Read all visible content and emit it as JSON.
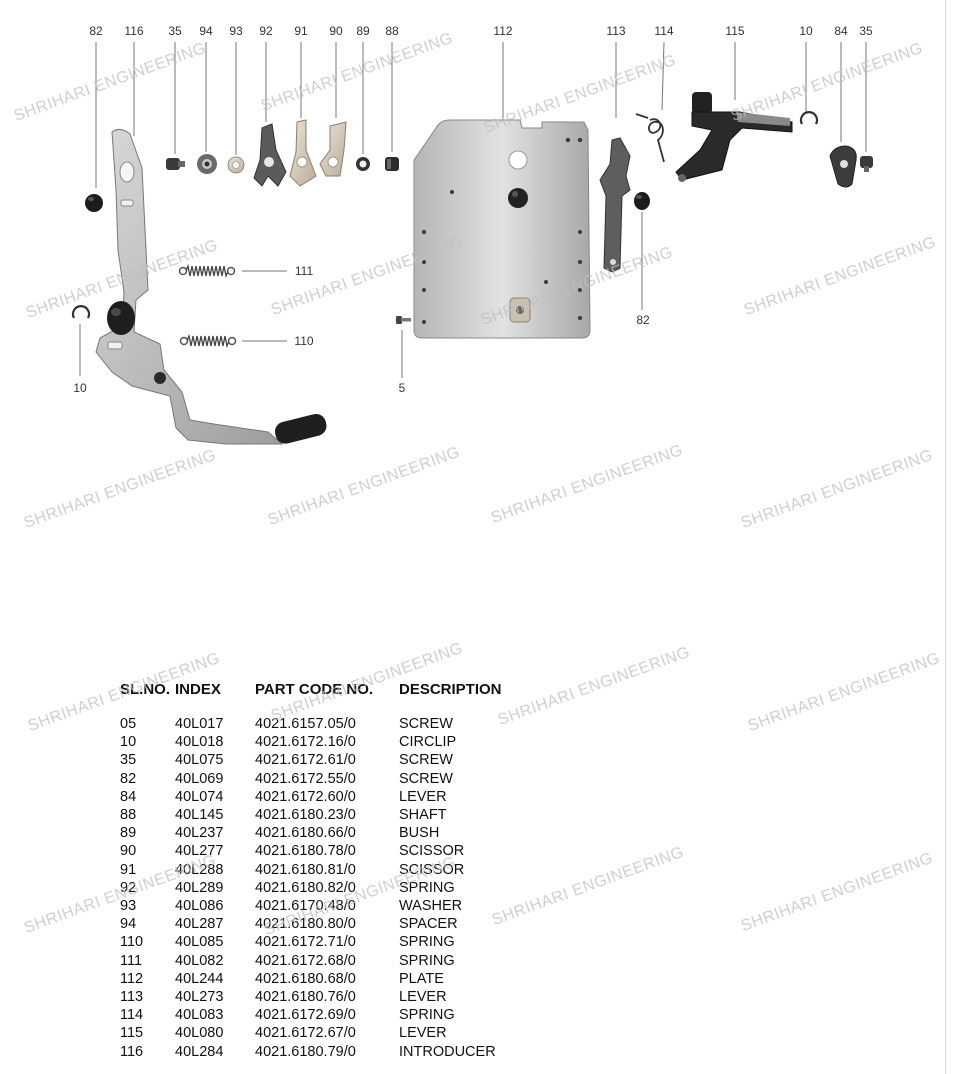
{
  "callouts": {
    "c82a": "82",
    "c116": "116",
    "c35a": "35",
    "c94": "94",
    "c93": "93",
    "c92": "92",
    "c91": "91",
    "c90": "90",
    "c89": "89",
    "c88": "88",
    "c112": "112",
    "c113": "113",
    "c114": "114",
    "c115": "115",
    "c10a": "10",
    "c84": "84",
    "c35b": "35",
    "c111": "111",
    "c110": "110",
    "c10b": "10",
    "c5": "5",
    "c82b": "82"
  },
  "watermark": "SHRIHARI ENGINEERING",
  "table": {
    "headers": {
      "sl": "SL.NO.",
      "index": "INDEX",
      "code": "PART CODE NO.",
      "desc": "DESCRIPTION"
    },
    "rows": [
      {
        "sl": "05",
        "index": "40L017",
        "code": "4021.6157.05/0",
        "desc": "SCREW"
      },
      {
        "sl": "10",
        "index": "40L018",
        "code": "4021.6172.16/0",
        "desc": "CIRCLIP"
      },
      {
        "sl": "35",
        "index": "40L075",
        "code": "4021.6172.61/0",
        "desc": "SCREW"
      },
      {
        "sl": "82",
        "index": "40L069",
        "code": "4021.6172.55/0",
        "desc": "SCREW"
      },
      {
        "sl": "84",
        "index": "40L074",
        "code": "4021.6172.60/0",
        "desc": "LEVER"
      },
      {
        "sl": "88",
        "index": "40L145",
        "code": "4021.6180.23/0",
        "desc": "SHAFT"
      },
      {
        "sl": "89",
        "index": "40L237",
        "code": "4021.6180.66/0",
        "desc": "BUSH"
      },
      {
        "sl": "90",
        "index": "40L277",
        "code": "4021.6180.78/0",
        "desc": "SCISSOR"
      },
      {
        "sl": "91",
        "index": "40L288",
        "code": "4021.6180.81/0",
        "desc": "SCISSOR"
      },
      {
        "sl": "92",
        "index": "40L289",
        "code": "4021.6180.82/0",
        "desc": "SPRING"
      },
      {
        "sl": "93",
        "index": "40L086",
        "code": "4021.6170.48/0",
        "desc": "WASHER"
      },
      {
        "sl": "94",
        "index": "40L287",
        "code": "4021.6180.80/0",
        "desc": "SPACER"
      },
      {
        "sl": "110",
        "index": "40L085",
        "code": "4021.6172.71/0",
        "desc": "SPRING"
      },
      {
        "sl": "111",
        "index": "40L082",
        "code": "4021.6172.68/0",
        "desc": "SPRING"
      },
      {
        "sl": "112",
        "index": "40L244",
        "code": "4021.6180.68/0",
        "desc": "PLATE"
      },
      {
        "sl": "113",
        "index": "40L273",
        "code": "4021.6180.76/0",
        "desc": "LEVER"
      },
      {
        "sl": "114",
        "index": "40L083",
        "code": "4021.6172.69/0",
        "desc": "SPRING"
      },
      {
        "sl": "115",
        "index": "40L080",
        "code": "4021.6172.67/0",
        "desc": "LEVER"
      },
      {
        "sl": "116",
        "index": "40L284",
        "code": "4021.6180.79/0",
        "desc": "INTRODUCER"
      }
    ]
  }
}
